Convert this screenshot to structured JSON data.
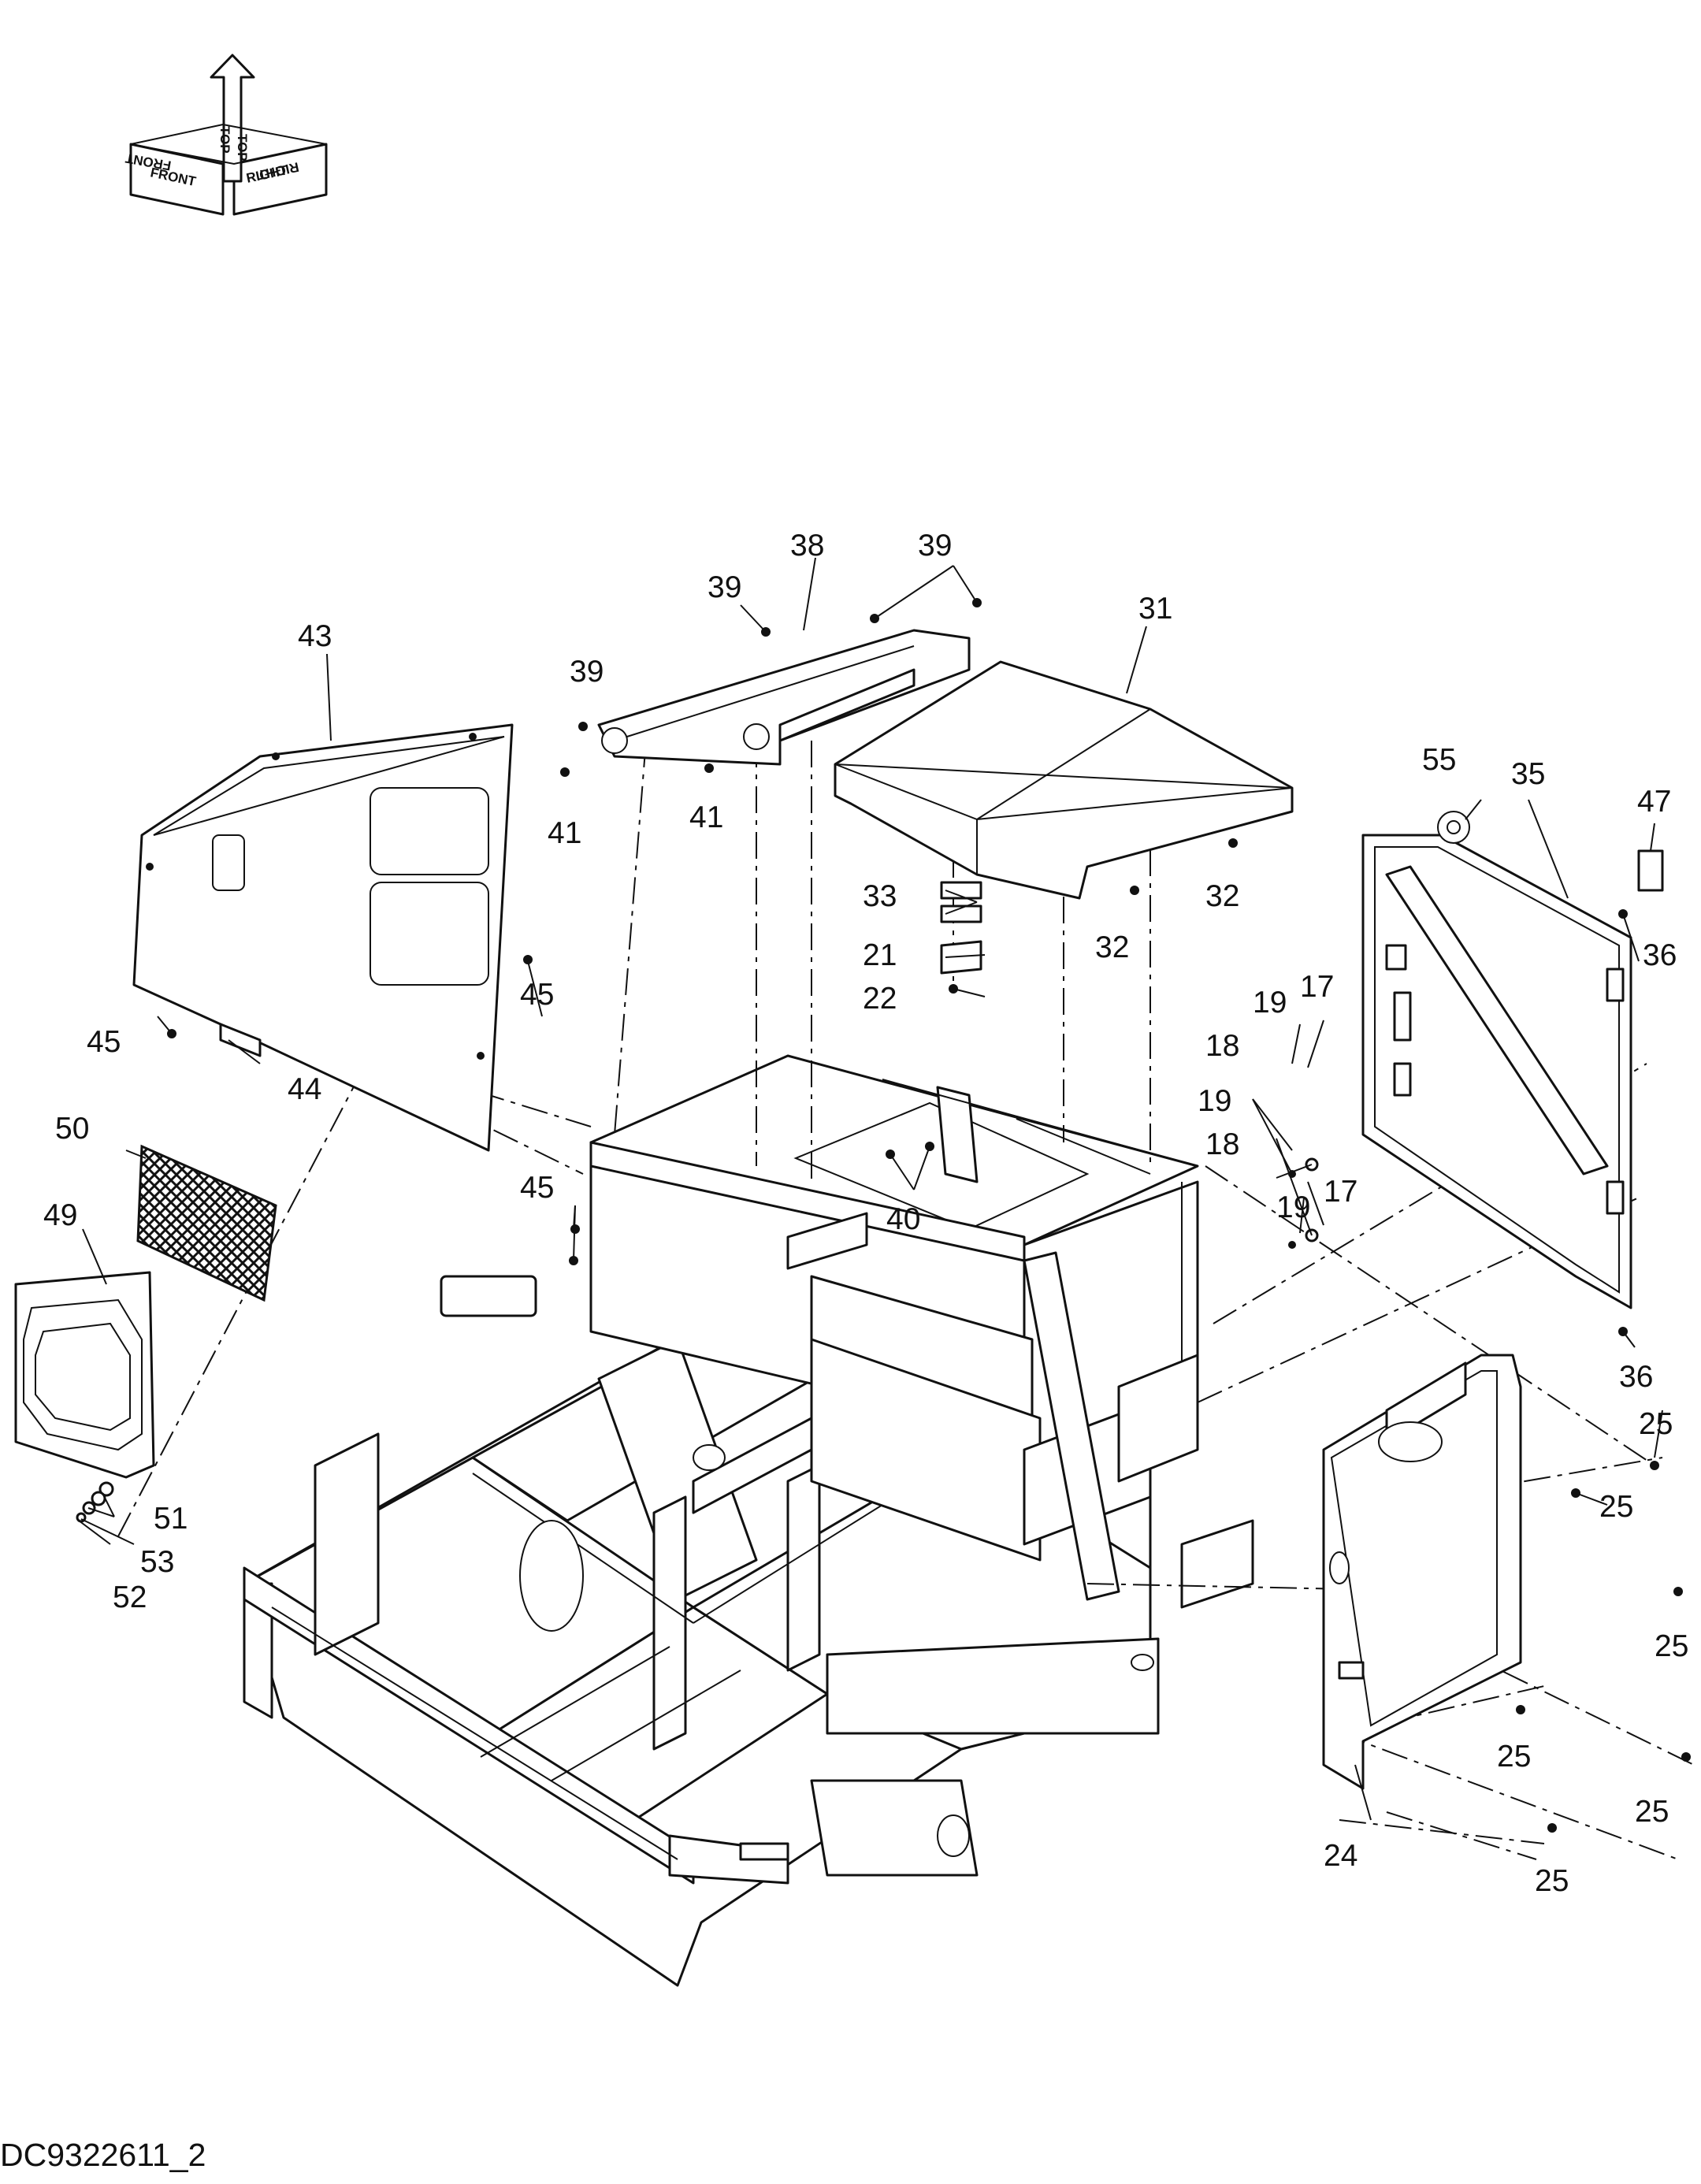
{
  "drawing_id": "DC9322611_2",
  "orientation_labels": {
    "top": "TOP",
    "front": "FRONT",
    "right": "RIGHT"
  },
  "callouts": {
    "c17a": "17",
    "c17b": "17",
    "c18a": "18",
    "c18b": "18",
    "c19a": "19",
    "c19b": "19",
    "c19c": "19",
    "c21": "21",
    "c22": "22",
    "c24": "24",
    "c25a": "25",
    "c25b": "25",
    "c25c": "25",
    "c25d": "25",
    "c25e": "25",
    "c25f": "25",
    "c31": "31",
    "c32a": "32",
    "c32b": "32",
    "c33": "33",
    "c35": "35",
    "c36a": "36",
    "c36b": "36",
    "c38": "38",
    "c39a": "39",
    "c39b": "39",
    "c39c": "39",
    "c40": "40",
    "c41a": "41",
    "c41b": "41",
    "c43": "43",
    "c44": "44",
    "c45a": "45",
    "c45b": "45",
    "c45c": "45",
    "c47": "47",
    "c49": "49",
    "c50": "50",
    "c51": "51",
    "c52": "52",
    "c53": "53",
    "c55": "55"
  }
}
